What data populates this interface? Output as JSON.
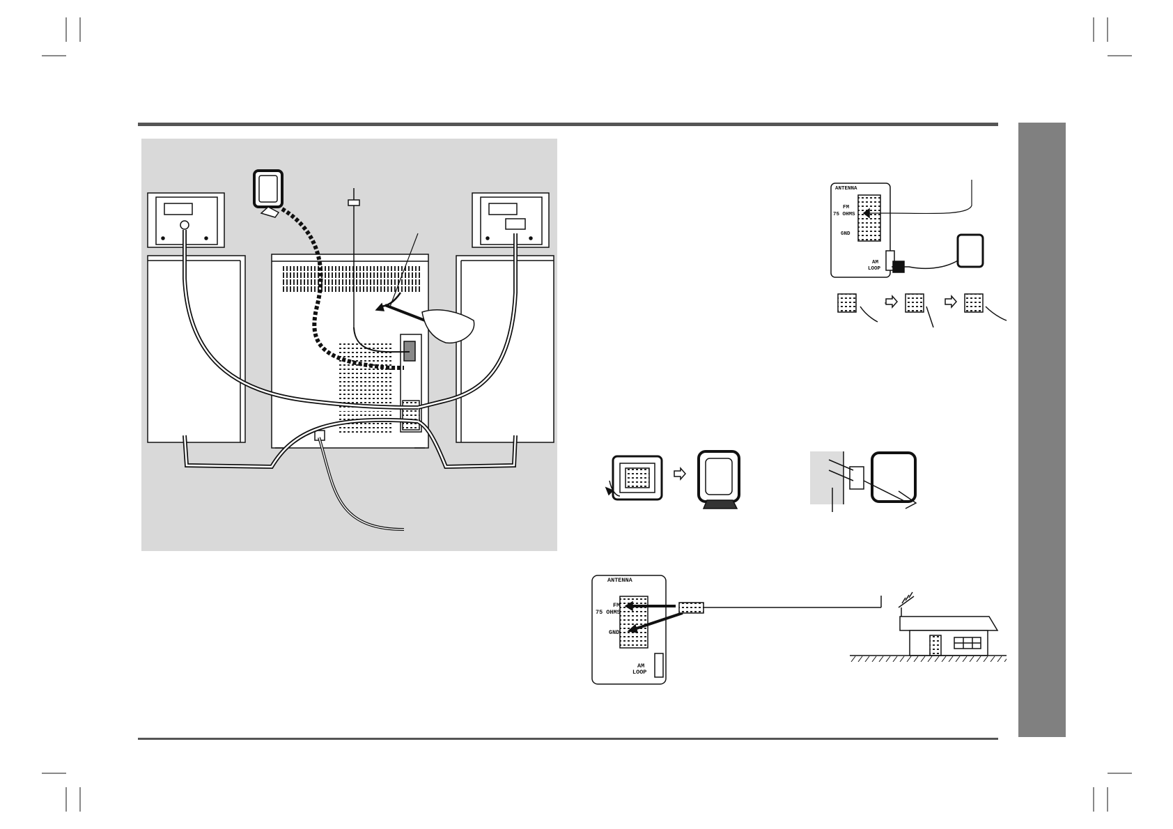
{
  "antenna_panel_top": {
    "title": "ANTENNA",
    "fm_label": "FM",
    "ohms_label": "75 OHMS",
    "gnd_label": "GND",
    "am_label": "AM",
    "loop_label": "LOOP"
  },
  "antenna_panel_bottom": {
    "title": "ANTENNA",
    "fm_label": "FM",
    "ohms_label": "75 OHMS",
    "gnd_label": "GND",
    "am_label": "AM",
    "loop_label": "LOOP"
  },
  "colors": {
    "panel_background": "#d9d9d9",
    "rule": "#555555",
    "side_tab": "#808080",
    "line_art": "#111111"
  },
  "icons": [
    "speaker-icon",
    "main-unit-icon",
    "am-loop-antenna-icon",
    "fm-wire-antenna-icon",
    "screwdriver-hand-icon",
    "outdoor-antenna-house-icon",
    "arrow-right-icon"
  ]
}
